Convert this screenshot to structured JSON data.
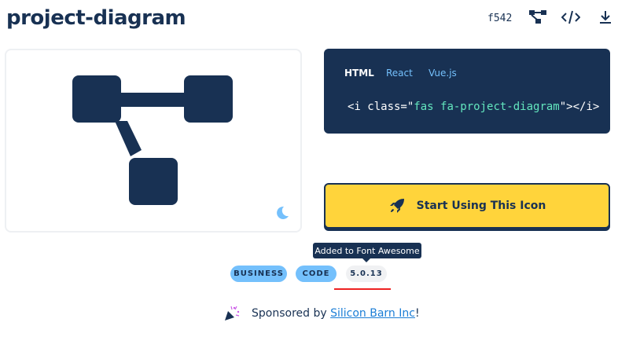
{
  "header": {
    "title": "project-diagram",
    "unicode": "f542",
    "icons": [
      "project-diagram-icon",
      "code-icon",
      "download-icon"
    ]
  },
  "code": {
    "tabs": [
      "HTML",
      "React",
      "Vue.js"
    ],
    "active_tab": "HTML",
    "snippet_pre": "<i class=\"",
    "snippet_class": "fas fa-project-diagram",
    "snippet_post": "\"></i>"
  },
  "cta": {
    "label": "Start Using This Icon"
  },
  "tooltip": "Added to Font Awesome",
  "tags": [
    "BUSINESS",
    "CODE"
  ],
  "version": "5.0.13",
  "sponsor": {
    "prefix": "Sponsored by ",
    "link": "Silicon Barn Inc",
    "suffix": "!"
  },
  "colors": {
    "navy": "#183153",
    "yellow": "#ffd43b",
    "tag_blue": "#74c0fc",
    "accent_green": "#63e6be"
  }
}
